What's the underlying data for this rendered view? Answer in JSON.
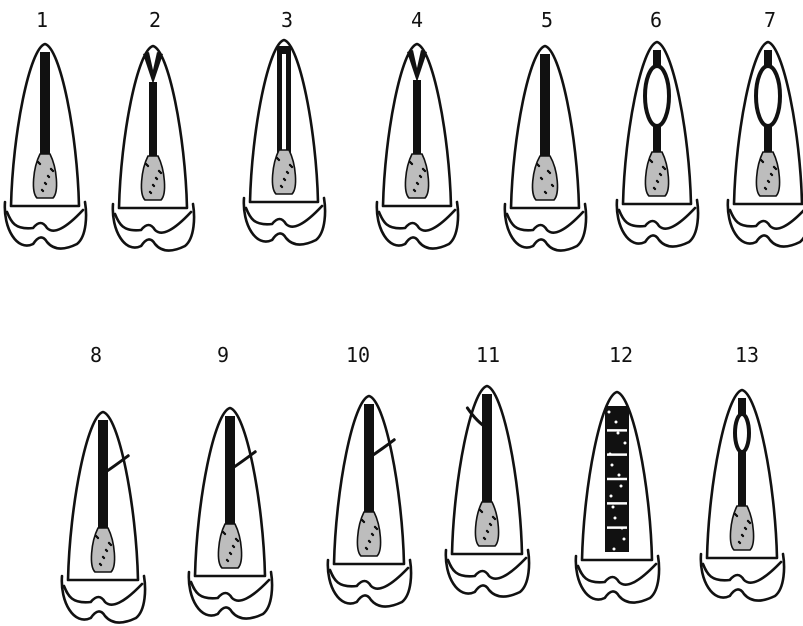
{
  "figure": {
    "row_top": [
      {
        "label": "1",
        "variant": "single"
      },
      {
        "label": "2",
        "variant": "split-top"
      },
      {
        "label": "3",
        "variant": "single-full"
      },
      {
        "label": "4",
        "variant": "split-top"
      },
      {
        "label": "5",
        "variant": "single-wide"
      },
      {
        "label": "6",
        "variant": "loop"
      },
      {
        "label": "7",
        "variant": "loop"
      }
    ],
    "row_bottom": [
      {
        "label": "8",
        "variant": "lateral-right"
      },
      {
        "label": "9",
        "variant": "lateral-right"
      },
      {
        "label": "10",
        "variant": "lateral-right"
      },
      {
        "label": "11",
        "variant": "lateral-left"
      },
      {
        "label": "12",
        "variant": "segmented"
      },
      {
        "label": "13",
        "variant": "loop-small"
      }
    ]
  }
}
